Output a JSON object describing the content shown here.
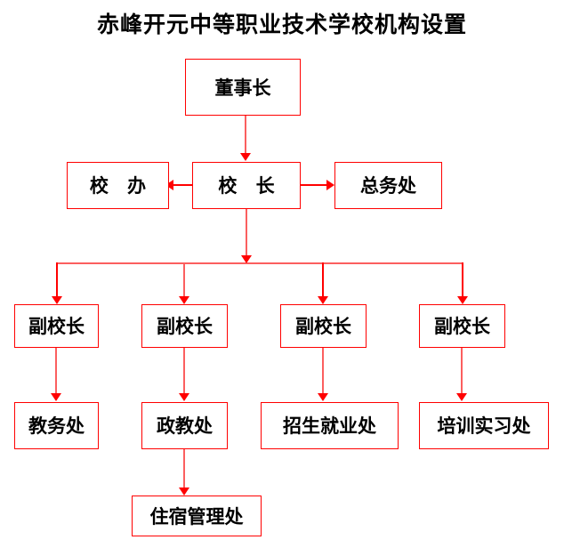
{
  "chart_data": {
    "type": "diagram",
    "diagram_kind": "organizational-chart",
    "title": "赤峰开元中等职业技术学校机构设置",
    "colors": {
      "box_border": "#ff0000",
      "connector": "#fb5f5f",
      "connector_solid": "#ff0000",
      "text": "#000000",
      "background": "#ffffff"
    },
    "levels": [
      {
        "level": 1,
        "nodes": [
          "董事长"
        ]
      },
      {
        "level": 2,
        "nodes": [
          "校 办",
          "校 长",
          "总务处"
        ]
      },
      {
        "level": 3,
        "nodes": [
          "副校长",
          "副校长",
          "副校长",
          "副校长"
        ]
      },
      {
        "level": 4,
        "nodes": [
          "教务处",
          "政教处",
          "招生就业处",
          "培训实习处"
        ]
      },
      {
        "level": 5,
        "nodes": [
          "住宿管理处"
        ]
      }
    ],
    "edges": [
      {
        "from": "董事长",
        "to": "校 长",
        "style": "arrow-down"
      },
      {
        "from": "校 长",
        "to": "校 办",
        "style": "arrow-left"
      },
      {
        "from": "校 长",
        "to": "总务处",
        "style": "arrow-right"
      },
      {
        "from": "校 长",
        "to": "副校长-1",
        "style": "arrow-down-branch"
      },
      {
        "from": "校 长",
        "to": "副校长-2",
        "style": "arrow-down-branch"
      },
      {
        "from": "校 长",
        "to": "副校长-3",
        "style": "arrow-down-branch"
      },
      {
        "from": "校 长",
        "to": "副校长-4",
        "style": "arrow-down-branch"
      },
      {
        "from": "副校长-1",
        "to": "教务处",
        "style": "arrow-down"
      },
      {
        "from": "副校长-2",
        "to": "政教处",
        "style": "arrow-down"
      },
      {
        "from": "副校长-3",
        "to": "招生就业处",
        "style": "arrow-down"
      },
      {
        "from": "副校长-4",
        "to": "培训实习处",
        "style": "arrow-down"
      },
      {
        "from": "政教处",
        "to": "住宿管理处",
        "style": "arrow-down"
      }
    ]
  },
  "nodes": {
    "chairman": "董事长",
    "school_office": "校 办",
    "principal": "校 长",
    "general_affairs": "总务处",
    "vice_principal_1": "副校长",
    "vice_principal_2": "副校长",
    "vice_principal_3": "副校长",
    "vice_principal_4": "副校长",
    "academic_affairs": "教务处",
    "moral_education": "政教处",
    "admission_employment": "招生就业处",
    "training_internship": "培训实习处",
    "accommodation_management": "住宿管理处"
  }
}
